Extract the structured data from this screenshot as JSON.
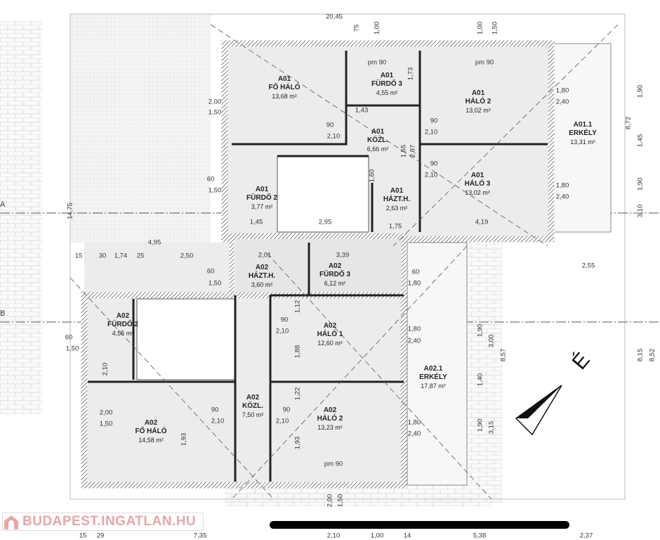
{
  "units": {
    "a01": {
      "rooms": [
        {
          "code": "A01",
          "name": "FŐ HÁLÓ",
          "area": "13,68 m²"
        },
        {
          "code": "A01",
          "name": "FÜRDŐ 3",
          "area": "4,55 m²"
        },
        {
          "code": "A01",
          "name": "HÁLÓ 2",
          "area": "13,02 m²"
        },
        {
          "code": "A01",
          "name": "KÖZL.",
          "area": "6,66 m²"
        },
        {
          "code": "A01",
          "name": "HÁLÓ 3",
          "area": "13,02 m²"
        },
        {
          "code": "A01",
          "name": "FÜRDŐ 2",
          "area": "3,77 m²"
        },
        {
          "code": "A01",
          "name": "HÁZT.H.",
          "area": "2,63 m²"
        },
        {
          "code": "A01.1",
          "name": "ERKÉLY",
          "area": "13,31 m²"
        }
      ]
    },
    "a02": {
      "rooms": [
        {
          "code": "A02",
          "name": "HÁZT.H.",
          "area": "3,60 m²"
        },
        {
          "code": "A02",
          "name": "FÜRDŐ 3",
          "area": "6,12 m²"
        },
        {
          "code": "A02",
          "name": "FÜRDŐ 2",
          "area": "4,55 m²"
        },
        {
          "code": "A02",
          "name": "HÁLÓ 1",
          "area": "12,60 m²"
        },
        {
          "code": "A02",
          "name": "KÖZL.",
          "area": "7,50 m²"
        },
        {
          "code": "A02",
          "name": "HÁLÓ 2",
          "area": "13,23 m²"
        },
        {
          "code": "A02",
          "name": "FŐ HÁLÓ",
          "area": "14,58 m²"
        },
        {
          "code": "A02.1",
          "name": "ERKÉLY",
          "area": "17,87 m²"
        }
      ]
    }
  },
  "dimensions": [
    "20,45",
    "75",
    "1,00",
    "1,00",
    "1,50",
    "14,75",
    "4,95",
    "15",
    "30",
    "1,74",
    "25",
    "2,50",
    "2,55",
    "2,00",
    "1,50",
    "60",
    "1,50",
    "60",
    "1,50",
    "60",
    "1,50",
    "2,00",
    "1,50",
    "1,80",
    "2,40",
    "1,80",
    "2,40",
    "1,80",
    "2,40",
    "1,80",
    "2,40",
    "60",
    "1,80",
    "90",
    "2,10",
    "90",
    "2,10",
    "90",
    "2,10",
    "90",
    "2,10",
    "90",
    "2,10",
    "90",
    "2,10",
    "2,00",
    "1,50",
    "8,72",
    "3,10",
    "8,15",
    "8,52",
    "8,57",
    "3,00",
    "3,15",
    "1,90",
    "1,45",
    "1,90",
    "1,90",
    "1,40",
    "1,90",
    "15",
    "29",
    "7,35",
    "2,10",
    "1,00",
    "14",
    "5,38",
    "2,37",
    "pm 90",
    "pm 90",
    "pm 90",
    "1,73",
    "1,43",
    "2,87",
    "1,55",
    "1,60",
    "4,19",
    "2,95",
    "1,45",
    "1,75",
    "2,01",
    "3,39",
    "1,88",
    "1,93",
    "1,93",
    "1,12",
    "1,22",
    "2,10"
  ],
  "axes": {
    "a": "A",
    "b": "B"
  },
  "compass": {
    "north_label": "É",
    "icon": "north-arrow-icon"
  },
  "watermark": "BUDAPEST.INGATLAN.HU",
  "colors": {
    "room_fill": "#e9e9e9",
    "wall": "#222222",
    "watermark": "#e8a6a6",
    "balcony": "#f4f4f4"
  }
}
